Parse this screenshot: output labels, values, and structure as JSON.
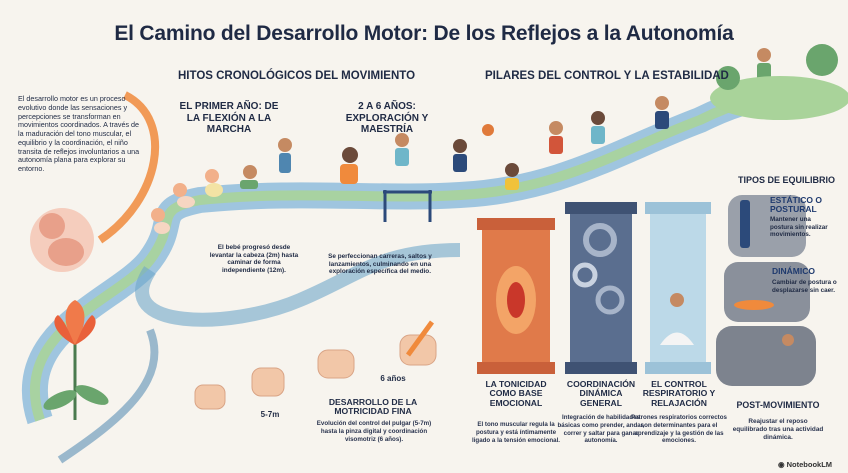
{
  "title": "El Camino del Desarrollo Motor: De los Reflejos a la Autonomía",
  "sections": {
    "hitos": "HITOS CRONOLÓGICOS DEL MOVIMIENTO",
    "pilares": "PILARES DEL CONTROL Y LA ESTABILIDAD"
  },
  "intro": "El desarrollo motor es un proceso evolutivo donde las sensaciones y percepciones se transforman en movimientos coordinados. A través de la maduración del tono muscular, el equilibrio y la coordinación, el niño transita de reflejos involuntarios a una autonomía plana para explorar su entorno.",
  "stages": {
    "first_year": {
      "title": "EL PRIMER AÑO: DE LA FLEXIÓN A LA MARCHA",
      "text": "El bebé progresó desde levantar la cabeza (2m) hasta caminar de forma independiente (12m)."
    },
    "two_six": {
      "title": "2 A 6 AÑOS: EXPLORACIÓN Y MAESTRÍA",
      "text": "Se perfeccionan carreras, saltos y lanzamientos, culminando en una exploración específica del medio."
    }
  },
  "fine_motor": {
    "title": "DESARROLLO DE LA MOTRICIDAD FINA",
    "text": "Evolución del control del pulgar (5-7m) hasta la pinza digital y coordinación visomotriz (6 años).",
    "label_a": "5-7m",
    "label_b": "6 años"
  },
  "pillars": [
    {
      "title": "LA TONICIDAD COMO BASE EMOCIONAL",
      "text": "El tono muscular regula la postura y está íntimamente ligado a la tensión emocional."
    },
    {
      "title": "COORDINACIÓN DINÁMICA GENERAL",
      "text": "Integración de habilidades básicas como prender, andar, correr y saltar para ganar autonomía."
    },
    {
      "title": "EL CONTROL RESPIRATORIO Y RELAJACIÓN",
      "text": "Patrones respiratorios correctos son determinantes para el aprendizaje y la gestión de las emociones."
    }
  ],
  "equilibrio": {
    "heading": "TIPOS DE EQUILIBRIO",
    "static_title": "ESTÁTICO O POSTURAL",
    "static_text": "Mantener una postura sin realizar movimientos.",
    "dynamic_title": "DINÁMICO",
    "dynamic_text": "Cambiar de postura o desplazarse sin caer.",
    "post_title": "POST-MOVIMIENTO",
    "post_text": "Reajustar el reposo equilibrado tras una actividad dinámica."
  },
  "brand": "NotebookLM",
  "colors": {
    "river_blue": "#7fb3d5",
    "river_green": "#9cc88a",
    "orange": "#f08a3c",
    "red_pillar": "#d2553a",
    "navy": "#2c4a7a",
    "stone": "#8a8f99"
  }
}
